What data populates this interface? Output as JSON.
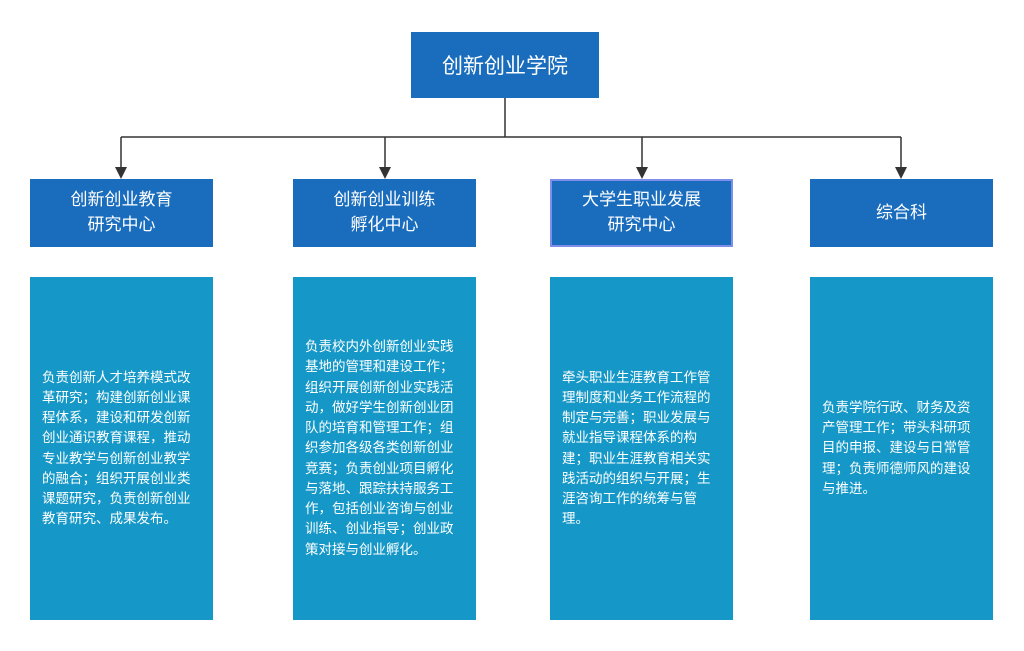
{
  "root": {
    "title": "创新创业学院"
  },
  "departments": [
    {
      "name": "创新创业教育\n研究中心",
      "description": "负责创新人才培养模式改革研究；构建创新创业课程体系，建设和研发创新创业通识教育课程，推动专业教学与创新创业教学的融合；组织开展创业类课题研究，负责创新创业教育研究、成果发布。"
    },
    {
      "name": "创新创业训练\n孵化中心",
      "description": "负责校内外创新创业实践基地的管理和建设工作；组织开展创新创业实践活动，做好学生创新创业团队的培育和管理工作；组织参加各级各类创新创业竞赛；负责创业项目孵化与落地、跟踪扶持服务工作，包括创业咨询与创业训练、创业指导；创业政策对接与创业孵化。"
    },
    {
      "name": "大学生职业发展\n研究中心",
      "description": "牵头职业生涯教育工作管理制度和业务工作流程的制定与完善；职业发展与就业指导课程体系的构建；职业生涯教育相关实践活动的组织与开展；生涯咨询工作的统筹与管理。"
    },
    {
      "name": "综合科",
      "description": "负责学院行政、财务及资产管理工作；带头科研项目的申报、建设与日常管理；负责师德师风的建设与推进。"
    }
  ],
  "colors": {
    "header": "#1a6dbd",
    "body": "#1598c7",
    "line": "#333333",
    "highlight_border": "#7f8ee8"
  }
}
